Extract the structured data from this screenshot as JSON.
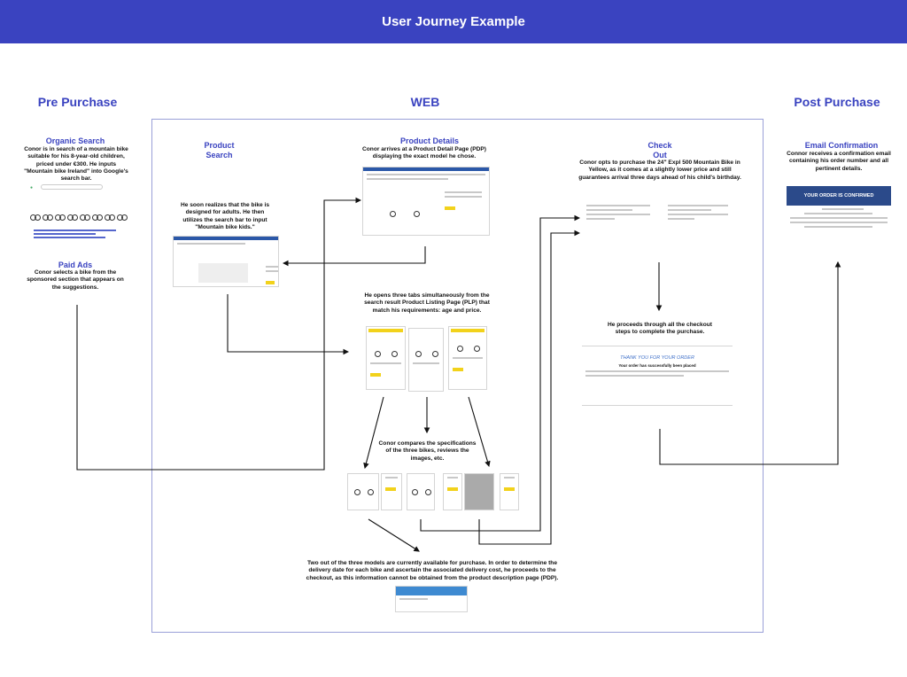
{
  "header": {
    "title": "User Journey Example"
  },
  "sections": {
    "pre_purchase": "Pre Purchase",
    "web": "WEB",
    "post_purchase": "Post Purchase"
  },
  "steps": {
    "organic_search": {
      "title": "Organic Search",
      "text": "Conor is in search of a mountain bike suitable for his 8-year-old children, priced under €300. He inputs \"Mountain bike Ireland\" into Google's search bar."
    },
    "paid_ads": {
      "title": "Paid Ads",
      "text": "Conor selects a bike from the sponsored section that appears on the suggestions."
    },
    "product_search": {
      "title_line1": "Product",
      "title_line2": "Search",
      "text": "He soon realizes that the bike is designed for adults. He then utilizes the search bar to input \"Mountain bike kids.\""
    },
    "product_details": {
      "title": "Product Details",
      "text": "Conor arrives at a Product Detail Page (PDP) displaying the exact model he chose."
    },
    "plp": {
      "text": "He opens three tabs simultaneously from the search result Product Listing Page (PLP) that match his requirements: age and price."
    },
    "compare": {
      "text": "Conor compares the specifications of the three bikes, reviews the images, etc."
    },
    "availability": {
      "text": "Two out of the three models are currently available for purchase. In order to determine the delivery date for each bike and ascertain the associated delivery cost, he proceeds to the checkout, as this information cannot be obtained from the product description page (PDP)."
    },
    "checkout": {
      "title_line1": "Check",
      "title_line2": "Out",
      "text": "Conor opts to purchase the 24\" Expl 500 Mountain Bike in Yellow, as it comes at a slightly lower price and still guarantees arrival three days ahead of his child's birthday."
    },
    "checkout_steps": {
      "text": "He proceeds through all the checkout steps to complete the purchase."
    },
    "thank_you": {
      "heading": "THANK YOU FOR YOUR ORDER",
      "subheading": "Your order has successfully been placed"
    },
    "email": {
      "title": "Email Confirmation",
      "text": "Connor receives a confirmation email containing his order number and all pertinent details.",
      "banner": "YOUR ORDER IS CONFIRMED"
    }
  },
  "colors": {
    "brand": "#3a43c0",
    "frame": "#9aa0d8",
    "accent_yellow": "#f2d21b",
    "banner": "#2b4a8a"
  }
}
